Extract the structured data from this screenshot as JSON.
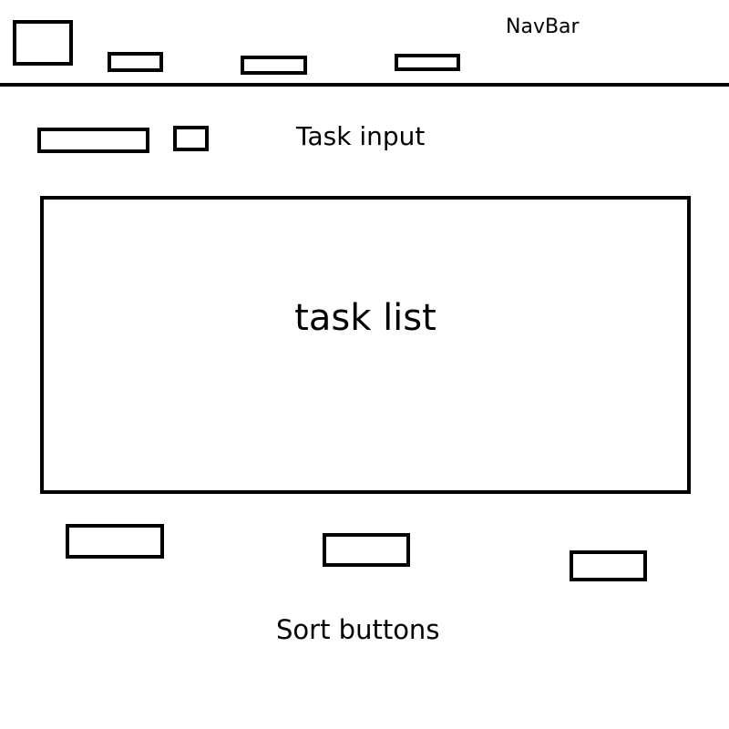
{
  "navbar": {
    "label": "NavBar",
    "items": [
      {
        "name": "navbar-logo-box"
      },
      {
        "name": "navbar-link-1"
      },
      {
        "name": "navbar-link-2"
      },
      {
        "name": "navbar-link-3"
      }
    ]
  },
  "task_input": {
    "label": "Task input"
  },
  "task_list": {
    "label": "task list"
  },
  "sort": {
    "label": "Sort buttons"
  }
}
